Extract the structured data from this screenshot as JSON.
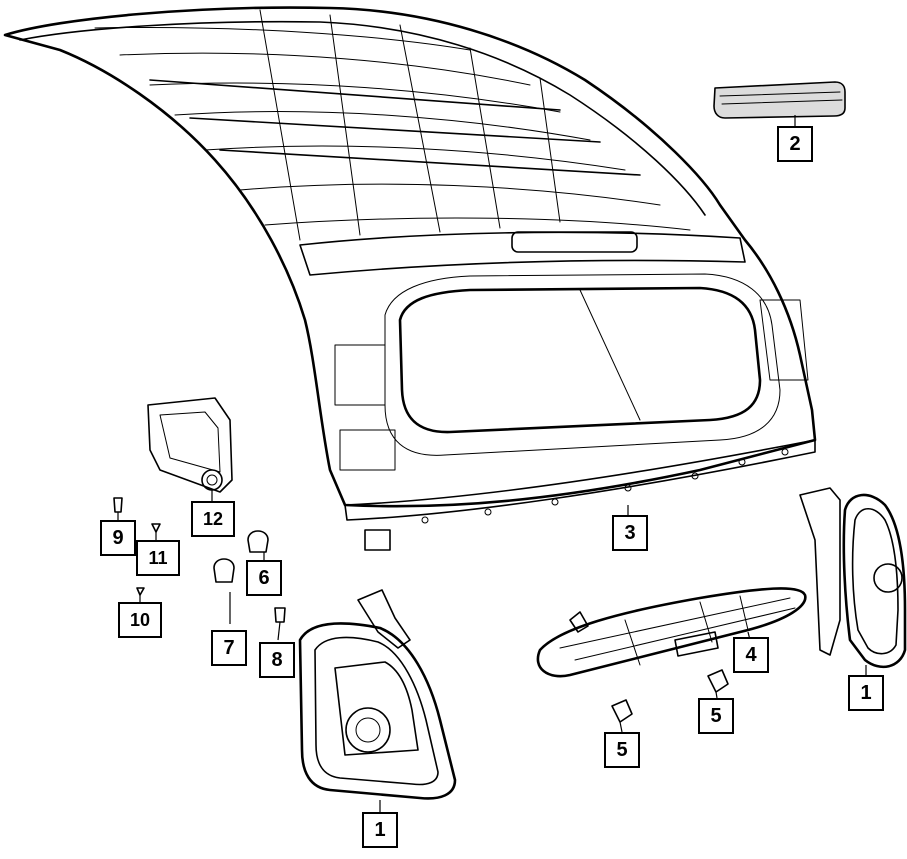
{
  "callouts": [
    {
      "id": "c1a",
      "label": "1"
    },
    {
      "id": "c1b",
      "label": "1"
    },
    {
      "id": "c2",
      "label": "2"
    },
    {
      "id": "c3",
      "label": "3"
    },
    {
      "id": "c4",
      "label": "4"
    },
    {
      "id": "c5a",
      "label": "5"
    },
    {
      "id": "c5b",
      "label": "5"
    },
    {
      "id": "c6",
      "label": "6"
    },
    {
      "id": "c7",
      "label": "7"
    },
    {
      "id": "c8",
      "label": "8"
    },
    {
      "id": "c9",
      "label": "9"
    },
    {
      "id": "c10",
      "label": "10"
    },
    {
      "id": "c11",
      "label": "11"
    },
    {
      "id": "c12",
      "label": "12"
    }
  ],
  "colors": {
    "line": "#000000",
    "background": "#ffffff"
  }
}
